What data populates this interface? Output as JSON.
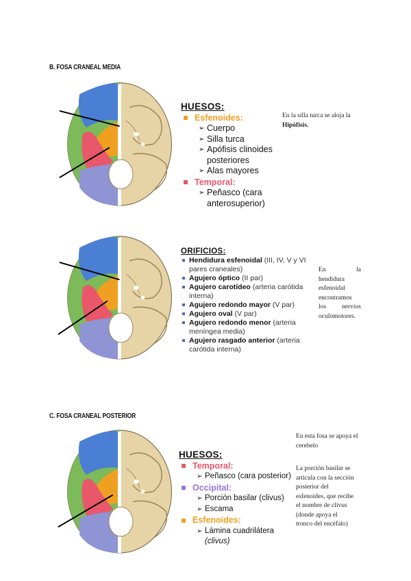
{
  "sections": {
    "b_title": "B. FOSA CRANEAL MEDIA",
    "c_title": "C. FOSA CRANEAL POSTERIOR"
  },
  "panel1": {
    "heading": "HUESOS:",
    "bones": [
      {
        "name": "Esfenoides:",
        "color": "#f0a020",
        "items": [
          "Cuerpo",
          "Silla turca",
          "Apófisis clinoides",
          "posteriores",
          "Alas mayores"
        ]
      },
      {
        "name": "Temporal:",
        "color": "#e8586a",
        "items": [
          "Peñasco (cara",
          "anterosuperior)"
        ]
      }
    ],
    "note": [
      "En la silla turca se aloja la",
      "Hipófisis."
    ]
  },
  "panel2": {
    "heading": "ORIFICIOS:",
    "items": [
      {
        "bold": "Hendidura esfenoidal",
        "rest": " (III, IV, V y VI pares craneales)"
      },
      {
        "bold": "Agujero óptico",
        "rest": " (II par)"
      },
      {
        "bold": "Agujero carotídeo",
        "rest": " (arteria carótida interna)"
      },
      {
        "bold": "Agujero redondo mayor",
        "rest": " (V par)"
      },
      {
        "bold": "Agujero oval",
        "rest": " (V par)"
      },
      {
        "bold": "Agujero redondo menor",
        "rest": " (arteria meníngea media)"
      },
      {
        "bold": "Agujero rasgado anterior",
        "rest": " (arteria carótida interna)"
      }
    ],
    "note": [
      "En la",
      "hendidura",
      "esfenoidal",
      "encontramos",
      "los nervios",
      "oculomotores."
    ]
  },
  "panel3": {
    "heading": "HUESOS:",
    "bones": [
      {
        "name": "Temporal:",
        "color": "#e8586a",
        "items": [
          "Peñasco (cara posterior)"
        ]
      },
      {
        "name": "Occipital:",
        "color": "#9a72d8",
        "items": [
          "Porción basilar (clivus)",
          "Escama"
        ]
      },
      {
        "name": "Esfenoides:",
        "color": "#f0a020",
        "items": [
          "Lámina cuadrilátera",
          "(clivus)"
        ]
      }
    ],
    "note1": [
      "En esta fosa se apoya el",
      "cerebelo"
    ],
    "note2": [
      "La porción basilar se",
      "articula con la sección",
      "posterior del",
      "esfenoides, que recibe",
      "el nombre de clivus",
      "(donde apoya el",
      "tronco del encéfalo)"
    ]
  },
  "colors": {
    "frontal": "#4a7fd4",
    "parietal": "#7cba5a",
    "sphenoid": "#f0a020",
    "temporal": "#e8586a",
    "occipital": "#8f94d4",
    "bone_tan": "#e6d4a6"
  },
  "icons": [
    "skull-base-illustration",
    "bullet-square-icon",
    "arrow-bullet-icon"
  ]
}
